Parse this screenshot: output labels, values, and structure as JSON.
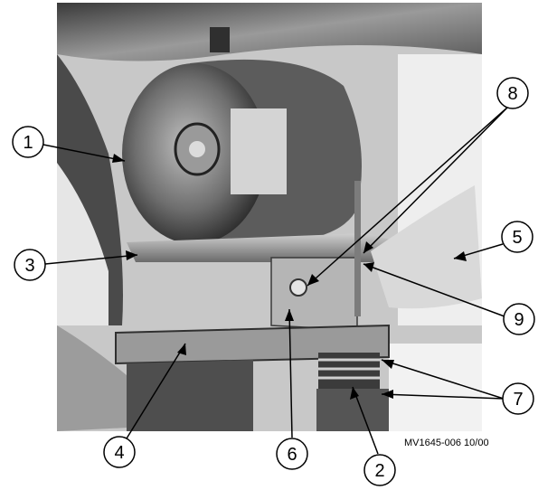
{
  "figure": {
    "code": "MV1645-006 10/00",
    "callouts": [
      {
        "id": "1",
        "label": "1"
      },
      {
        "id": "2",
        "label": "2"
      },
      {
        "id": "3",
        "label": "3"
      },
      {
        "id": "4",
        "label": "4"
      },
      {
        "id": "5",
        "label": "5"
      },
      {
        "id": "6",
        "label": "6"
      },
      {
        "id": "7",
        "label": "7"
      },
      {
        "id": "8",
        "label": "8"
      },
      {
        "id": "9",
        "label": "9"
      }
    ]
  },
  "colors": {
    "line": "#000000",
    "photo_dark": "#2a2a2a",
    "photo_mid": "#8a8a8a",
    "photo_light": "#d8d8d8"
  }
}
